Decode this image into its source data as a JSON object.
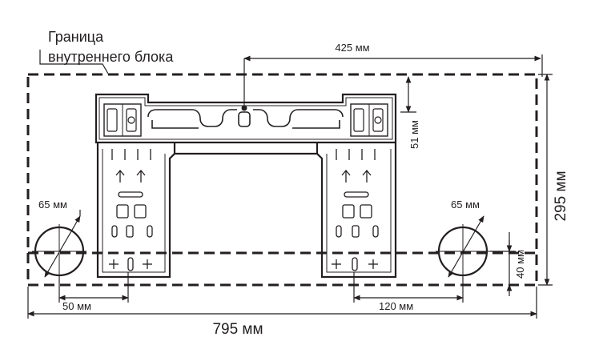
{
  "colors": {
    "ink": "#231f20",
    "background": "#ffffff"
  },
  "labels": {
    "boundary_line1": "Граница",
    "boundary_line2": "внутреннего блока",
    "top_offset": "425 мм",
    "vertical_offset": "51 мм",
    "unit_height": "295 мм",
    "unit_width": "795 мм",
    "left_hole_diameter": "65 мм",
    "right_hole_diameter": "65 мм",
    "left_hole_offset": "50 мм",
    "right_hole_offset": "120 мм",
    "hole_height": "40 мм"
  }
}
